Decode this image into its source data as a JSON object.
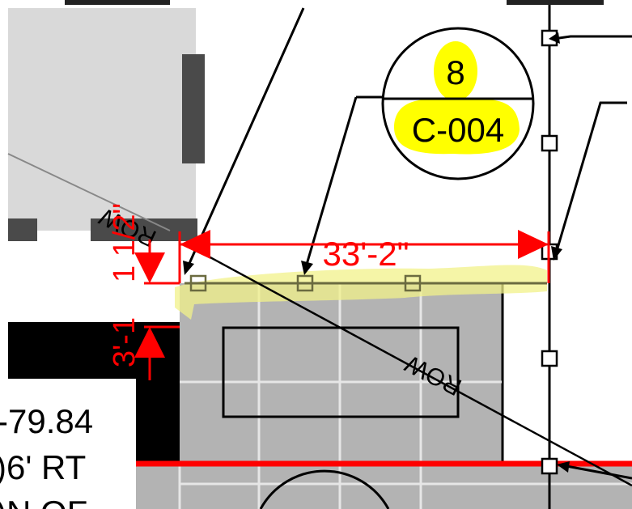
{
  "detail_callout": {
    "number": "8",
    "sheet": "C-004"
  },
  "dimensions": {
    "horizontal": "33'-2\"",
    "vertical_upper": "1 1/2\"",
    "vertical_lower": "3'-1"
  },
  "labels": {
    "row_upper": "ROW",
    "row_lower": "ROW"
  },
  "station_text": {
    "line1": "-79.84",
    "line2": ")6' RT",
    "line3": ")N OF"
  },
  "colors": {
    "dimension": "#ff0000",
    "highlight": "#ffff00",
    "highlight_line": "#f2f28a",
    "slab": "#b3b3b3",
    "building": "#d9d9d9"
  }
}
